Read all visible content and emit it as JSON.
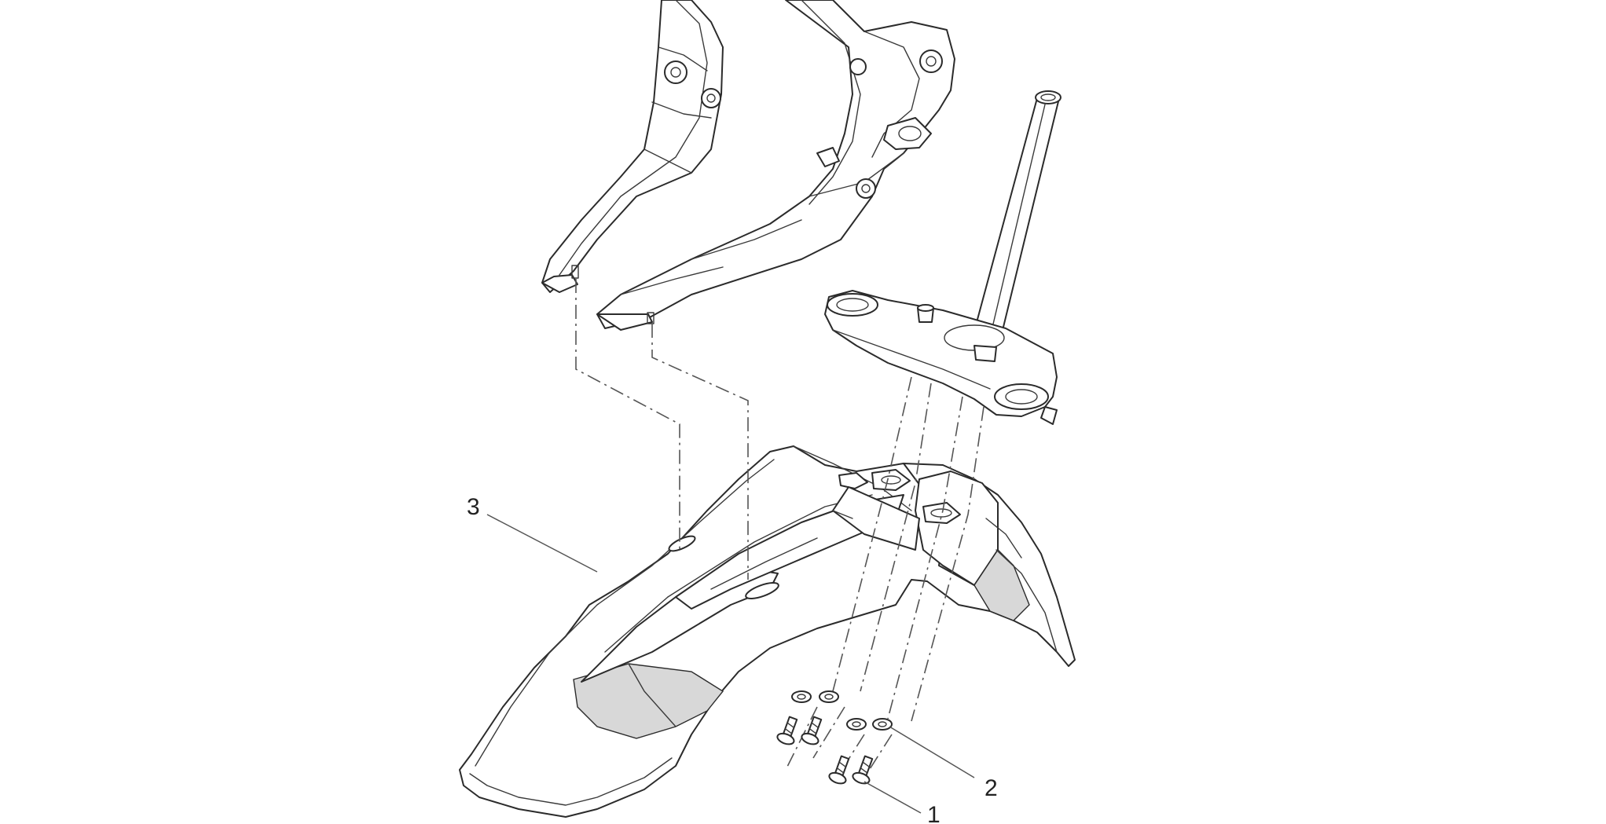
{
  "callouts": [
    {
      "id": "1",
      "label": "1"
    },
    {
      "id": "2",
      "label": "2"
    },
    {
      "id": "3",
      "label": "3"
    }
  ],
  "colors": {
    "line": "#2b2b2b",
    "dash": "#555555",
    "background": "#ffffff"
  }
}
